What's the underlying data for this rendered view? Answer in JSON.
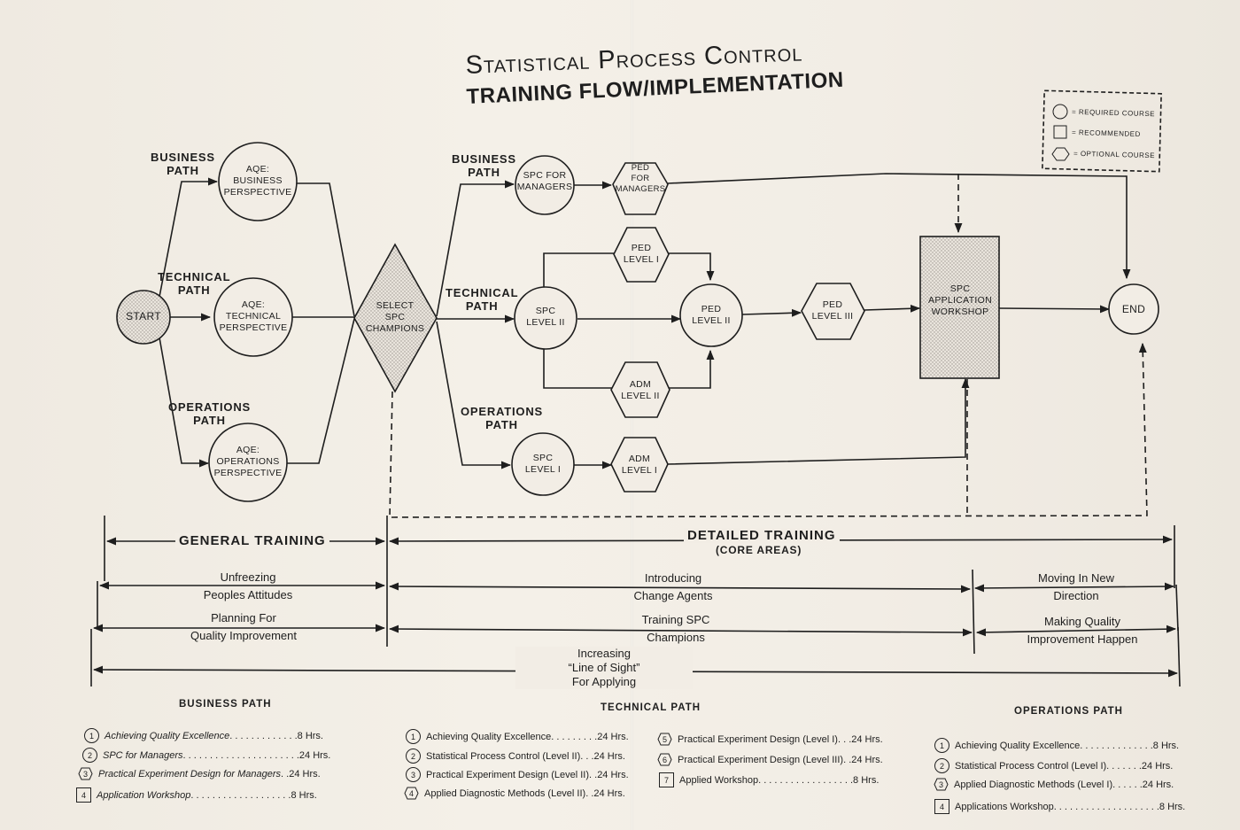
{
  "title": {
    "line1": "Statistical Process Control",
    "line2": "TRAINING FLOW/IMPLEMENTATION"
  },
  "legend": {
    "required": "= REQUIRED COURSE",
    "recommended": "= RECOMMENDED",
    "optional": "= OPTIONAL COURSE"
  },
  "paths": {
    "business_left": [
      "BUSINESS",
      "PATH"
    ],
    "technical_left": [
      "TECHNICAL",
      "PATH"
    ],
    "operations_left": [
      "OPERATIONS",
      "PATH"
    ],
    "business_right": [
      "BUSINESS",
      "PATH"
    ],
    "technical_right": [
      "TECHNICAL",
      "PATH"
    ],
    "operations_right": [
      "OPERATIONS",
      "PATH"
    ]
  },
  "nodes": {
    "start": "START",
    "aqe_business": [
      "AQE:",
      "BUSINESS",
      "PERSPECTIVE"
    ],
    "aqe_technical": [
      "AQE:",
      "TECHNICAL",
      "PERSPECTIVE"
    ],
    "aqe_operations": [
      "AQE:",
      "OPERATIONS",
      "PERSPECTIVE"
    ],
    "select": [
      "SELECT",
      "SPC",
      "CHAMPIONS"
    ],
    "spc_managers": [
      "SPC FOR",
      "MANAGERS"
    ],
    "ped_managers": [
      "PED",
      "FOR",
      "MANAGERS"
    ],
    "ped_level1": [
      "PED",
      "LEVEL I"
    ],
    "spc_level2": [
      "SPC",
      "LEVEL II"
    ],
    "ped_level2": [
      "PED",
      "LEVEL II"
    ],
    "ped_level3": [
      "PED",
      "LEVEL III"
    ],
    "adm_level2": [
      "ADM",
      "LEVEL II"
    ],
    "spc_level1": [
      "SPC",
      "LEVEL I"
    ],
    "adm_level1": [
      "ADM",
      "LEVEL I"
    ],
    "workshop": [
      "SPC",
      "APPLICATION",
      "WORKSHOP"
    ],
    "end": "END"
  },
  "timeline": {
    "general": "GENERAL TRAINING",
    "detailed": "DETAILED TRAINING",
    "detailed_sub": "(CORE AREAS)",
    "row1": {
      "left": [
        "Unfreezing",
        "Peoples Attitudes"
      ],
      "center": [
        "Introducing",
        "Change Agents"
      ],
      "right": [
        "Moving In New",
        "Direction"
      ]
    },
    "row2": {
      "left": [
        "Planning For",
        "Quality Improvement"
      ],
      "center": [
        "Training SPC",
        "Champions"
      ],
      "right": [
        "Making Quality",
        "Improvement Happen"
      ]
    },
    "row3": [
      "Increasing",
      "“Line of Sight”",
      "For Applying"
    ]
  },
  "courses": {
    "business": {
      "heading": "BUSINESS PATH",
      "items": [
        {
          "mark": "1",
          "shape": "circle",
          "text": "Achieving Quality Excellence",
          "dots": ". . . . . . . . . . . . . ",
          "hrs": "8 Hrs."
        },
        {
          "mark": "2",
          "shape": "circle",
          "text": "SPC for Managers",
          "dots": ". . . . . . . . . . . . . . . . . . . . . . ",
          "hrs": "24 Hrs."
        },
        {
          "mark": "3",
          "shape": "hex",
          "text": "Practical Experiment Design for Managers",
          "dots": " . . ",
          "hrs": "24 Hrs."
        },
        {
          "mark": "4",
          "shape": "square",
          "text": "Application Workshop",
          "dots": ". . . . . . . . . . . . . . . . . . . ",
          "hrs": "8 Hrs."
        }
      ]
    },
    "technical": {
      "heading": "TECHNICAL PATH",
      "items": [
        {
          "mark": "1",
          "shape": "circle",
          "text": "Achieving Quality Excellence",
          "dots": ". . . . . . . . . ",
          "hrs": "24 Hrs."
        },
        {
          "mark": "2",
          "shape": "circle",
          "text": "Statistical Process Control (Level II)",
          "dots": " . . . ",
          "hrs": "24 Hrs."
        },
        {
          "mark": "3",
          "shape": "circle",
          "text": "Practical Experiment Design (Level II)",
          "dots": " . . ",
          "hrs": "24 Hrs."
        },
        {
          "mark": "4",
          "shape": "hex",
          "text": "Applied Diagnostic Methods (Level II)",
          "dots": " . . ",
          "hrs": "24 Hrs."
        },
        {
          "mark": "5",
          "shape": "hex",
          "text": "Practical Experiment Design (Level I)",
          "dots": ". . . ",
          "hrs": "24 Hrs."
        },
        {
          "mark": "6",
          "shape": "hex",
          "text": "Practical Experiment Design (Level III)",
          "dots": ". . ",
          "hrs": "24 Hrs."
        },
        {
          "mark": "7",
          "shape": "square",
          "text": "Applied Workshop",
          "dots": ". . . . . . . . . . . . . . . . . . ",
          "hrs": "8 Hrs."
        }
      ]
    },
    "operations": {
      "heading": "OPERATIONS PATH",
      "items": [
        {
          "mark": "1",
          "shape": "circle",
          "text": "Achieving Quality Excellence",
          "dots": ". . . . . . . . . . . . . . ",
          "hrs": "8 Hrs."
        },
        {
          "mark": "2",
          "shape": "circle",
          "text": "Statistical Process Control (Level I)",
          "dots": ". . . . . . . ",
          "hrs": "24 Hrs."
        },
        {
          "mark": "3",
          "shape": "hex",
          "text": "Applied Diagnostic Methods (Level I)",
          "dots": ". . . . . . ",
          "hrs": "24 Hrs."
        },
        {
          "mark": "4",
          "shape": "square",
          "text": "Applications Workshop",
          "dots": ". . . . . . . . . . . . . . . . . . . . ",
          "hrs": "8 Hrs."
        }
      ]
    }
  }
}
